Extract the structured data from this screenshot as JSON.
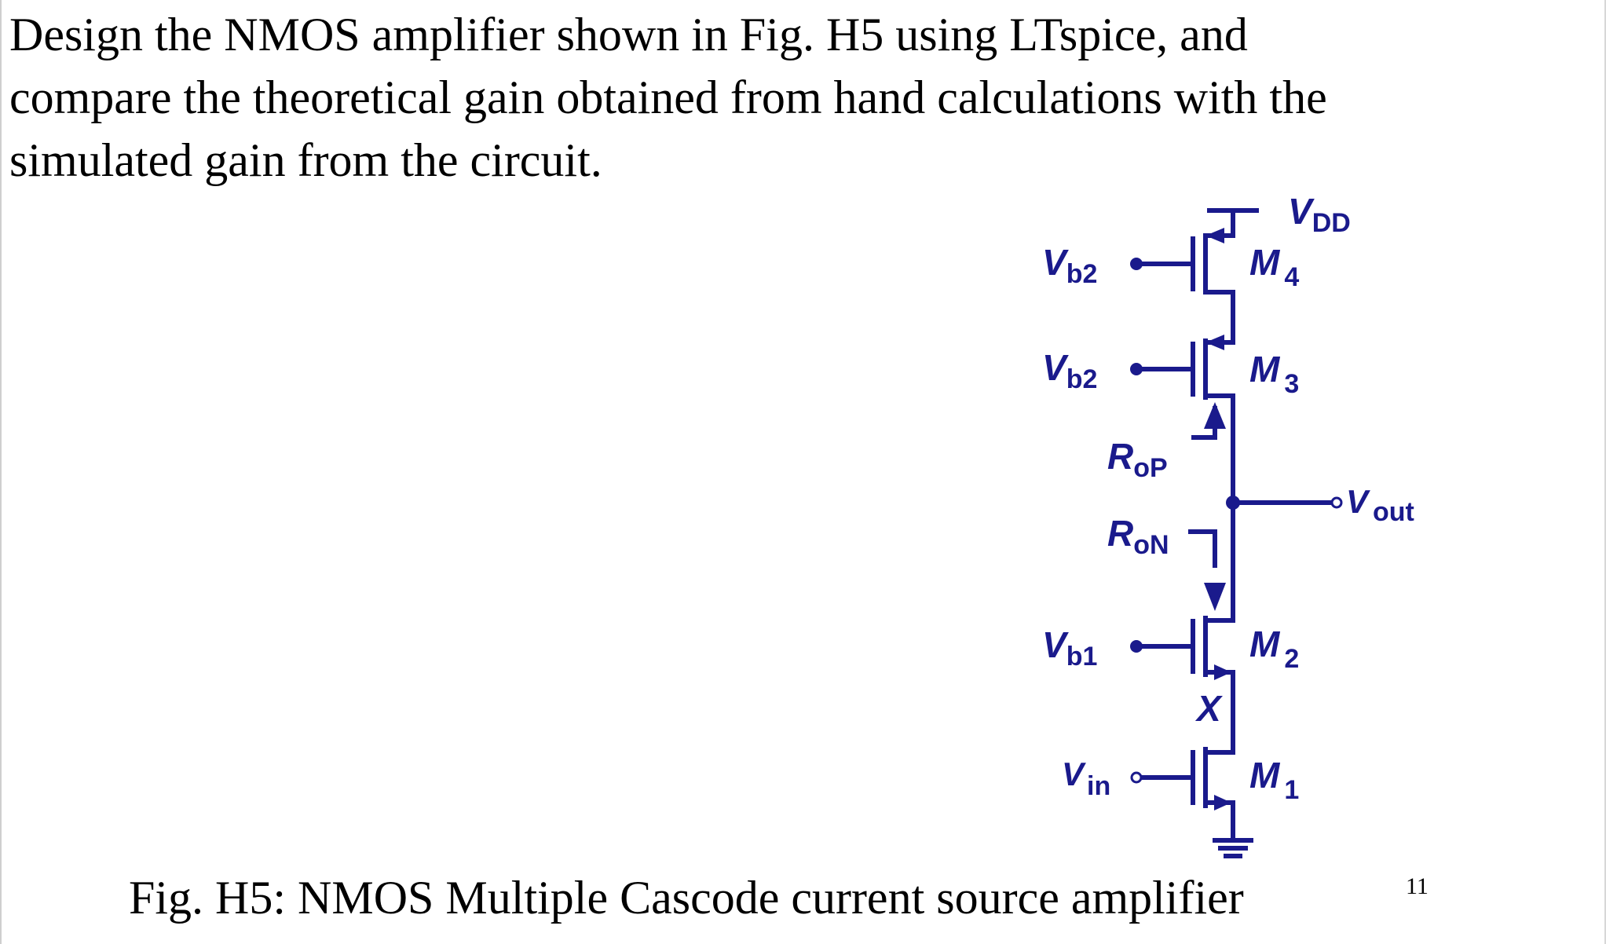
{
  "problem": {
    "lines": [
      "Design the NMOS amplifier shown in Fig. H5 using LTspice, and",
      "compare the theoretical gain obtained from hand calculations with the",
      "simulated gain from the circuit."
    ]
  },
  "figure": {
    "colors": {
      "wire": "#1a1a8c",
      "text": "#000000"
    },
    "labels": {
      "vdd": {
        "main": "V",
        "sub": "DD"
      },
      "vb2_top": {
        "main": "V",
        "sub": "b2"
      },
      "vb2_mid": {
        "main": "V",
        "sub": "b2"
      },
      "vb1": {
        "main": "V",
        "sub": "b1"
      },
      "vin": {
        "main": "V",
        "sub": "in"
      },
      "vout": {
        "main": "V",
        "sub": "out"
      },
      "m4": {
        "main": "M",
        "sub": "4"
      },
      "m3": {
        "main": "M",
        "sub": "3"
      },
      "m2": {
        "main": "M",
        "sub": "2"
      },
      "m1": {
        "main": "M",
        "sub": "1"
      },
      "rop": {
        "main": "R",
        "sub": "oP"
      },
      "ron": {
        "main": "R",
        "sub": "oN"
      },
      "node_x": "X"
    },
    "caption": "Fig. H5: NMOS Multiple Cascode current source amplifier",
    "page_number": "11"
  }
}
